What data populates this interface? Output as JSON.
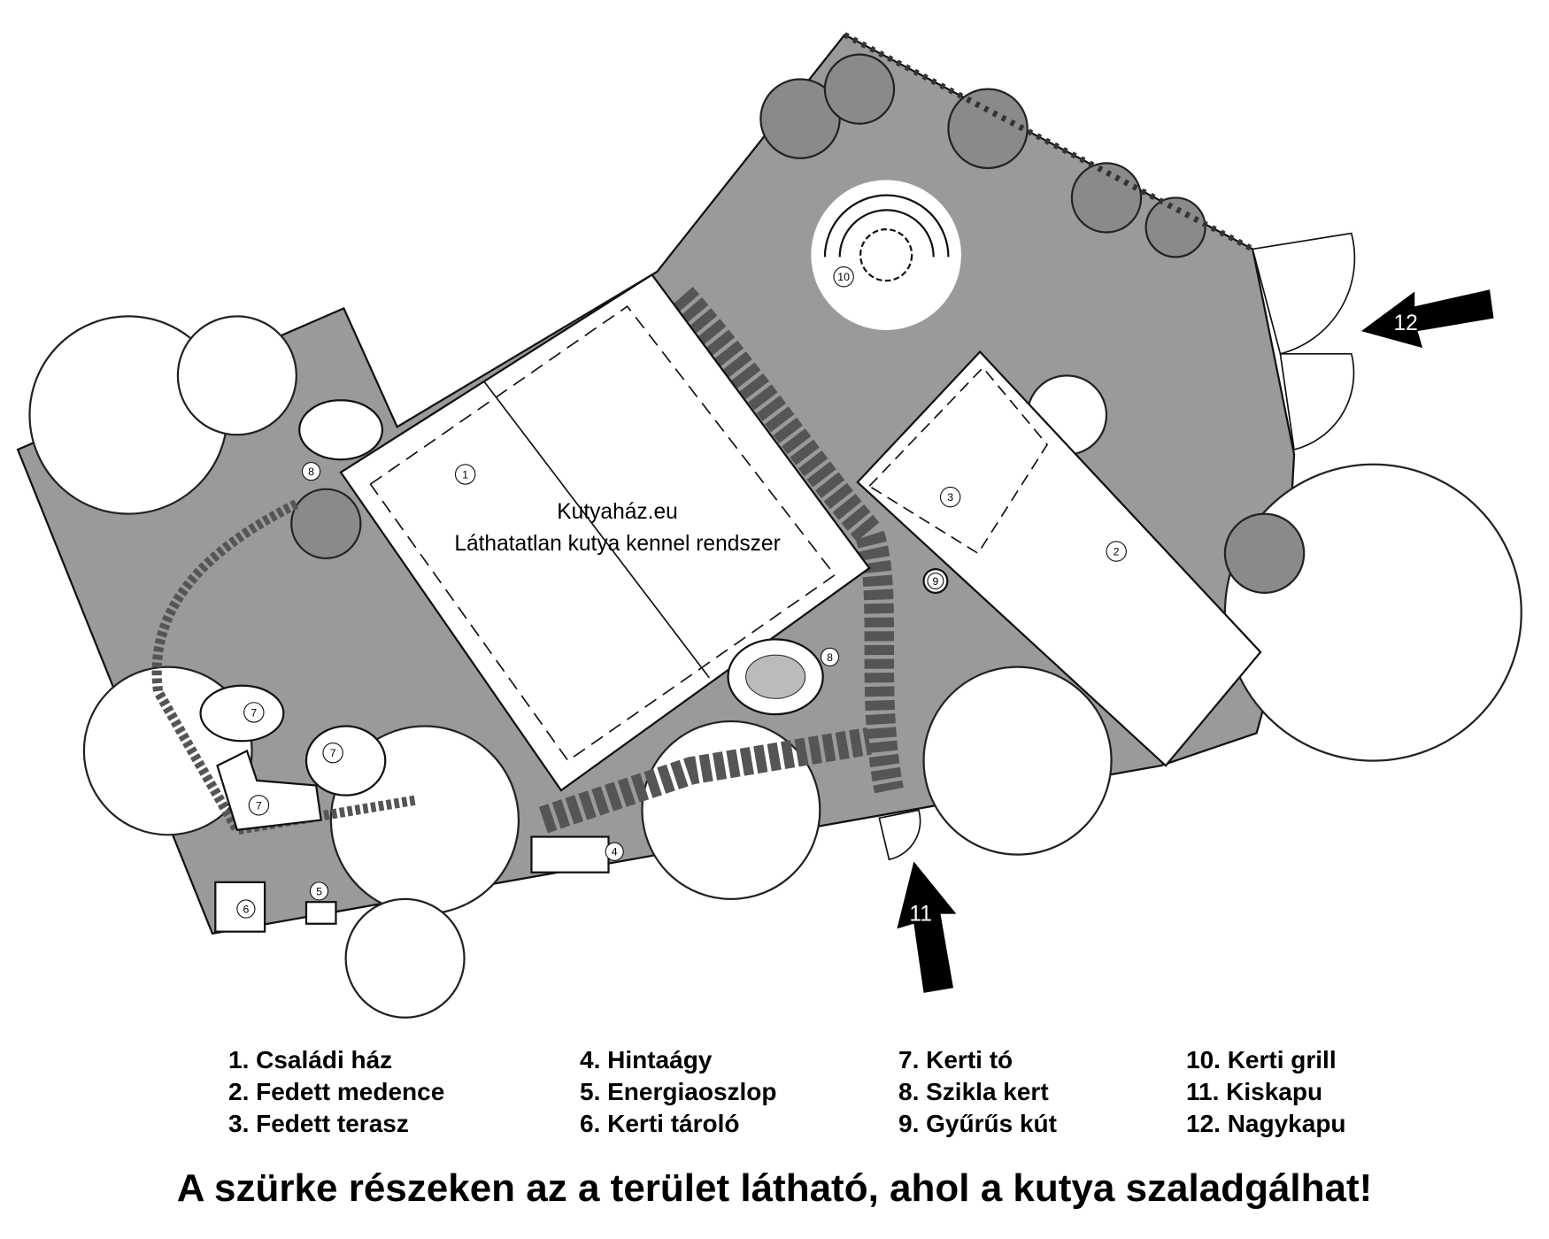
{
  "title": {
    "line1": "Kutyaház.eu",
    "line2": "Láthatatlan kutya kennel rendszer"
  },
  "colors": {
    "run_area": "#9a9a9a",
    "building": "#ffffff",
    "outline": "#111111"
  },
  "markers": [
    "1",
    "2",
    "3",
    "4",
    "5",
    "6",
    "7",
    "8",
    "9",
    "10",
    "11",
    "12"
  ],
  "legend": {
    "col1": [
      "1. Családi ház",
      "2. Fedett medence",
      "3. Fedett terasz"
    ],
    "col2": [
      "4. Hintaágy",
      "5. Energiaoszlop",
      "6. Kerti tároló"
    ],
    "col3": [
      "7. Kerti tó",
      "8. Szikla kert",
      "9. Gyűrűs kút"
    ],
    "col4": [
      "10. Kerti grill",
      "11. Kiskapu",
      "12. Nagykapu"
    ]
  },
  "footer": "A szürke részeken az a terület látható, ahol a kutya szaladgálhat!"
}
